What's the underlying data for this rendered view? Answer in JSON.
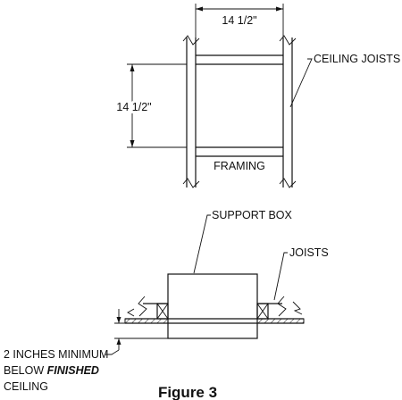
{
  "labels": {
    "top_width": "14 1/2\"",
    "side_height": "14 1/2\"",
    "ceiling_joists": "CEILING JOISTS",
    "framing": "FRAMING",
    "support_box": "SUPPORT BOX",
    "joists": "JOISTS",
    "min_line1": "2 INCHES MINIMUM",
    "min_line2_prefix": "BELOW ",
    "min_line2_emph": "FINISHED",
    "min_line3": "CEILING",
    "figure_title": "Figure 3"
  },
  "colors": {
    "ink": "#111111",
    "background": "#ffffff"
  }
}
